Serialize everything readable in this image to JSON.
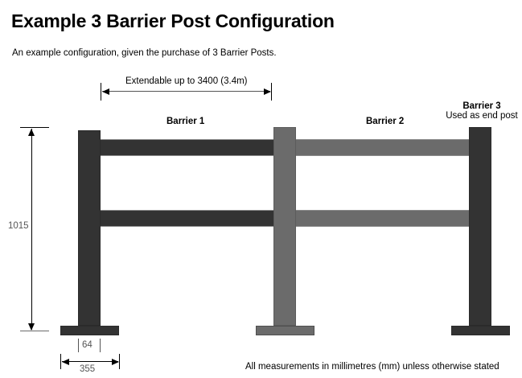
{
  "page": {
    "title": "Example 3 Barrier Post Configuration",
    "subtitle": "An example configuration, given the purchase of 3 Barrier Posts.",
    "footer_note": "All measurements in millimetres (mm) unless otherwise stated"
  },
  "diagram": {
    "labels": {
      "barrier1": "Barrier 1",
      "barrier2": "Barrier 2",
      "barrier3": "Barrier 3",
      "barrier3_sub": "Used as end post"
    },
    "dimensions": {
      "span_top": "Extendable up to 3400 (3.4m)",
      "height": "1015",
      "post_width": "64",
      "base_width": "355"
    },
    "colors": {
      "dark": "#333333",
      "light": "#6b6b6b",
      "background": "#ffffff",
      "dimension_line": "#555555"
    }
  }
}
